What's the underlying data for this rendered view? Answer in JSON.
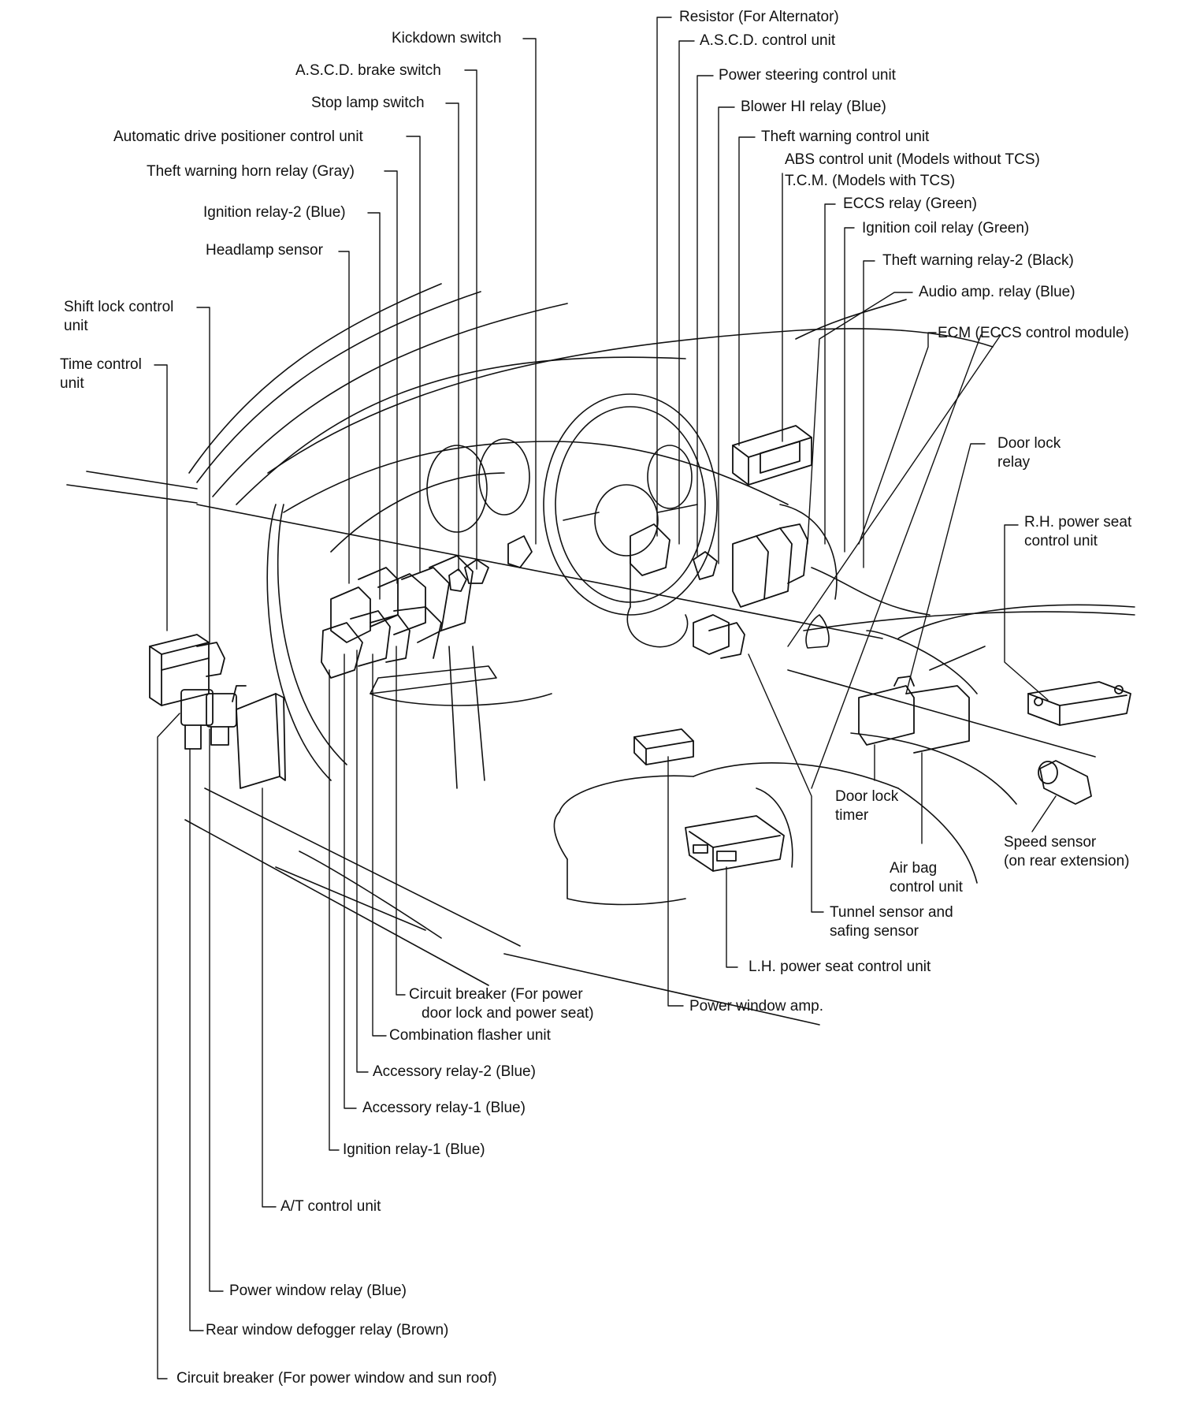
{
  "colors": {
    "ink": "#111111",
    "background": "#ffffff"
  },
  "labels": {
    "kickdown_switch": "Kickdown switch",
    "ascd_brake_switch": "A.S.C.D. brake switch",
    "stop_lamp_switch": "Stop lamp switch",
    "auto_drive_positioner": "Automatic drive positioner control unit",
    "theft_horn_relay": "Theft warning horn relay (Gray)",
    "ignition_relay_2": "Ignition relay-2 (Blue)",
    "headlamp_sensor": "Headlamp sensor",
    "shift_lock_l1": "Shift lock control",
    "shift_lock_l2": "unit",
    "time_control_l1": "Time control",
    "time_control_l2": "unit",
    "resistor": "Resistor (For Alternator)",
    "ascd_control_unit": "A.S.C.D. control unit",
    "power_steering": "Power steering control unit",
    "blower_hi_relay": "Blower HI relay (Blue)",
    "theft_control_unit": "Theft warning control unit",
    "abs_control_unit": "ABS control unit (Models without TCS)",
    "tcm": "T.C.M. (Models with TCS)",
    "eccs_relay": "ECCS relay (Green)",
    "ignition_coil_relay": "Ignition coil relay (Green)",
    "theft_relay_2": "Theft warning relay-2 (Black)",
    "audio_amp_relay": "Audio amp. relay (Blue)",
    "ecm": "ECM (ECCS control module)",
    "door_lock_relay_l1": "Door lock",
    "door_lock_relay_l2": "relay",
    "rh_seat_l1": "R.H. power seat",
    "rh_seat_l2": "control unit",
    "door_lock_timer_l1": "Door lock",
    "door_lock_timer_l2": "timer",
    "speed_sensor_l1": "Speed sensor",
    "speed_sensor_l2": "(on rear extension)",
    "airbag_l1": "Air bag",
    "airbag_l2": "control unit",
    "tunnel_sensor_l1": "Tunnel sensor and",
    "tunnel_sensor_l2": "safing sensor",
    "lh_seat": "L.H. power seat control unit",
    "power_window_amp": "Power window amp.",
    "circuit_breaker_door_l1": "Circuit breaker (For power",
    "circuit_breaker_door_l2": "door lock and power seat)",
    "combination_flasher": "Combination flasher unit",
    "accessory_relay_2": "Accessory relay-2 (Blue)",
    "accessory_relay_1": "Accessory relay-1 (Blue)",
    "ignition_relay_1": "Ignition relay-1 (Blue)",
    "at_control_unit": "A/T control unit",
    "power_window_relay": "Power window relay (Blue)",
    "rear_defogger_relay": "Rear window defogger relay (Brown)",
    "circuit_breaker_window": "Circuit breaker (For power window and sun roof)"
  }
}
